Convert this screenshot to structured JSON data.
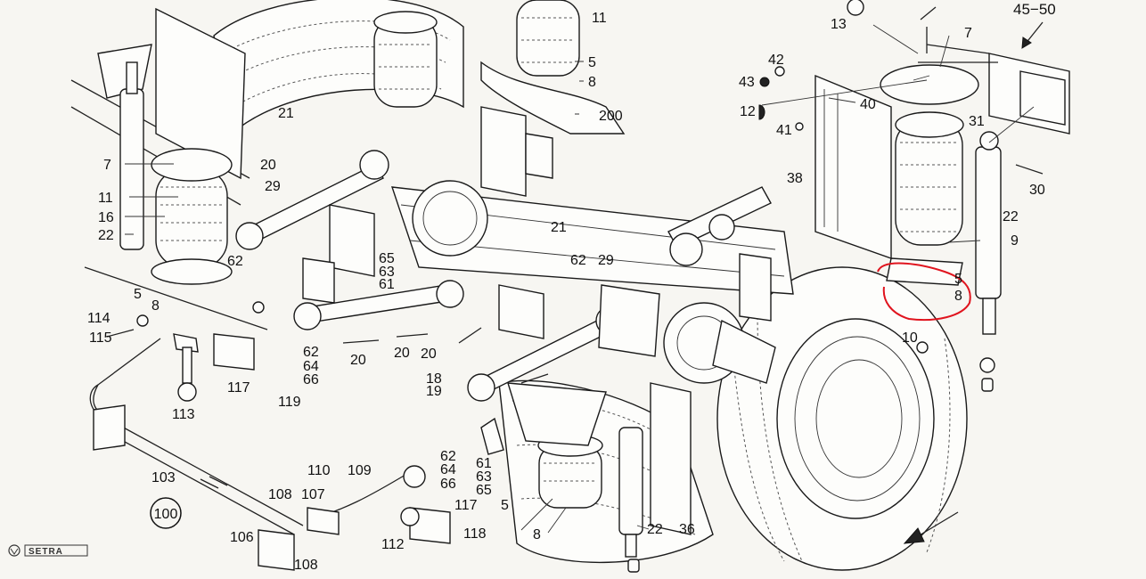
{
  "labels": [
    {
      "text": "11"
    },
    {
      "text": "5"
    },
    {
      "text": "8"
    },
    {
      "text": "200"
    },
    {
      "text": "21"
    },
    {
      "text": "7"
    },
    {
      "text": "20"
    },
    {
      "text": "29"
    },
    {
      "text": "11"
    },
    {
      "text": "16"
    },
    {
      "text": "22"
    },
    {
      "text": "62"
    },
    {
      "text": "5"
    },
    {
      "text": "8"
    },
    {
      "text": "65"
    },
    {
      "text": "63"
    },
    {
      "text": "61"
    },
    {
      "text": "21"
    },
    {
      "text": "62"
    },
    {
      "text": "29"
    },
    {
      "text": "114"
    },
    {
      "text": "115"
    },
    {
      "text": "62"
    },
    {
      "text": "64"
    },
    {
      "text": "66"
    },
    {
      "text": "20"
    },
    {
      "text": "20"
    },
    {
      "text": "20"
    },
    {
      "text": "18"
    },
    {
      "text": "19"
    },
    {
      "text": "117"
    },
    {
      "text": "119"
    },
    {
      "text": "113"
    },
    {
      "text": "62"
    },
    {
      "text": "64"
    },
    {
      "text": "66"
    },
    {
      "text": "61"
    },
    {
      "text": "63"
    },
    {
      "text": "65"
    },
    {
      "text": "103"
    },
    {
      "text": "110"
    },
    {
      "text": "109"
    },
    {
      "text": "108"
    },
    {
      "text": "107"
    },
    {
      "text": "117"
    },
    {
      "text": "106"
    },
    {
      "text": "108"
    },
    {
      "text": "112"
    },
    {
      "text": "118"
    },
    {
      "text": "5"
    },
    {
      "text": "8"
    },
    {
      "text": "22"
    },
    {
      "text": "36"
    },
    {
      "text": "13"
    },
    {
      "text": "45−50"
    },
    {
      "text": "7"
    },
    {
      "text": "42"
    },
    {
      "text": "43"
    },
    {
      "text": "12"
    },
    {
      "text": "40"
    },
    {
      "text": "41"
    },
    {
      "text": "31"
    },
    {
      "text": "30"
    },
    {
      "text": "38"
    },
    {
      "text": "22"
    },
    {
      "text": "9"
    },
    {
      "text": "5"
    },
    {
      "text": "8"
    },
    {
      "text": "10"
    }
  ],
  "badge": {
    "text": "100"
  },
  "logo": {
    "text": "SETRA"
  },
  "colors": {
    "ink": "#111111",
    "paper": "#f7f6f2",
    "annotation": "#e0141e"
  }
}
